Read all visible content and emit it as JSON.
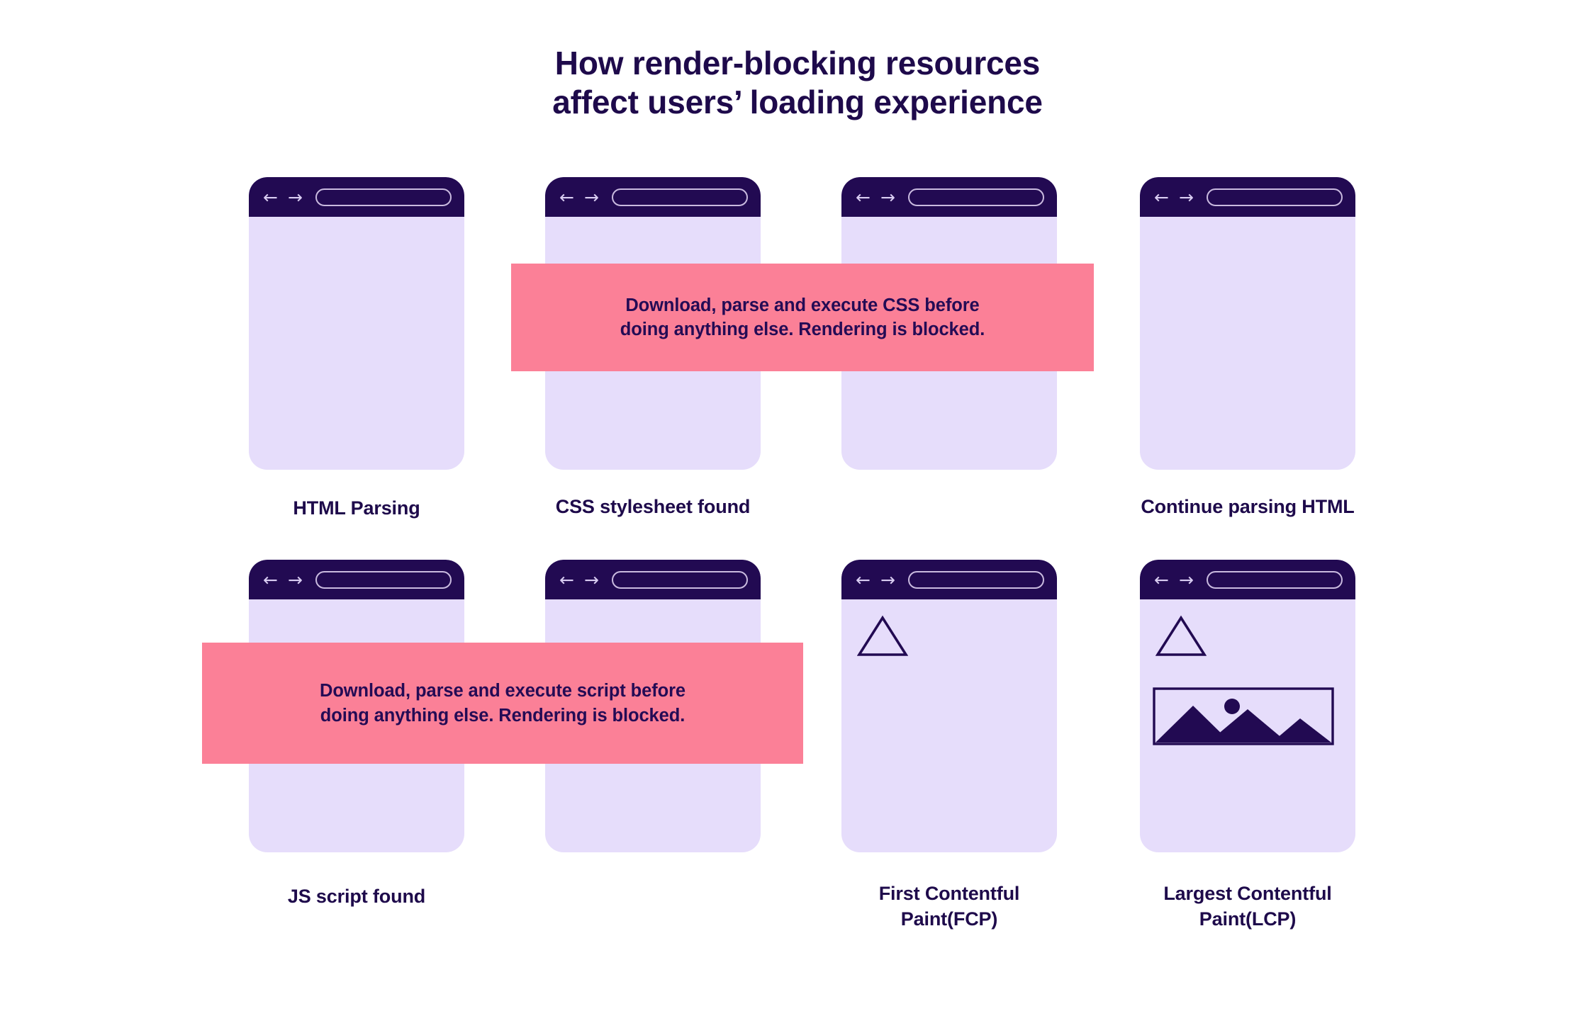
{
  "page": {
    "title_line1": "How render-blocking resources",
    "title_line2": "affect users’ loading experience",
    "title": "How render-blocking resources\naffect users’ loading experience",
    "background_color": "#ffffff"
  },
  "colors": {
    "ink": "#1e0a4b",
    "chrome_dark": "#220a52",
    "viewport_lavender": "#e6ddfb",
    "banner_pink": "#fb8097",
    "urlbar_outline": "#c9badf",
    "arrow": "#d9cdf2"
  },
  "browser_chrome": {
    "back_arrow": "←",
    "forward_arrow": "→",
    "urlbar_value": "",
    "urlbar_placeholder": ""
  },
  "rows": [
    {
      "name": "row-1",
      "cards": [
        {
          "id": "html-parsing",
          "content": "blank"
        },
        {
          "id": "css-found",
          "content": "blank"
        },
        {
          "id": "css-blocked",
          "content": "blank"
        },
        {
          "id": "continue-parsing",
          "content": "blank"
        }
      ],
      "banner": {
        "id": "css-blocking-banner",
        "line1": "Download, parse and execute CSS before",
        "line2": "doing anything else. Rendering is blocked.",
        "text": "Download, parse and execute CSS before\ndoing anything else. Rendering is blocked."
      },
      "captions": [
        {
          "id": "caption-html-parsing",
          "text": "HTML Parsing"
        },
        {
          "id": "caption-css-found",
          "text": "CSS stylesheet found"
        },
        {
          "id": "caption-continue-parsing",
          "text": "Continue parsing HTML"
        }
      ]
    },
    {
      "name": "row-2",
      "cards": [
        {
          "id": "js-found",
          "content": "blank"
        },
        {
          "id": "js-blocked",
          "content": "blank"
        },
        {
          "id": "fcp",
          "content": "triangle"
        },
        {
          "id": "lcp",
          "content": "triangle-and-image"
        }
      ],
      "banner": {
        "id": "js-blocking-banner",
        "line1": "Download, parse and execute script before",
        "line2": "doing anything else. Rendering is blocked.",
        "text": "Download, parse and execute script before\ndoing anything else. Rendering is blocked."
      },
      "captions": [
        {
          "id": "caption-js-found",
          "text": "JS script found"
        },
        {
          "id": "caption-fcp",
          "text": "First Contentful\nPaint(FCP)"
        },
        {
          "id": "caption-lcp",
          "text": "Largest Contentful\nPaint(LCP)"
        }
      ]
    }
  ]
}
